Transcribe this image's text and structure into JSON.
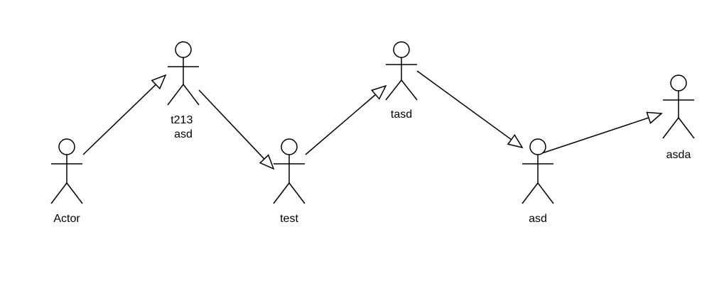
{
  "diagram": {
    "actors": [
      {
        "id": "actor",
        "label_lines": [
          "Actor"
        ]
      },
      {
        "id": "t213",
        "label_lines": [
          "t213",
          "asd"
        ]
      },
      {
        "id": "test",
        "label_lines": [
          "test"
        ]
      },
      {
        "id": "tasd",
        "label_lines": [
          "tasd"
        ]
      },
      {
        "id": "asd",
        "label_lines": [
          "asd"
        ]
      },
      {
        "id": "asda",
        "label_lines": [
          "asda"
        ]
      }
    ],
    "edges": [
      {
        "from": "actor",
        "to": "t213"
      },
      {
        "from": "t213",
        "to": "test"
      },
      {
        "from": "test",
        "to": "tasd"
      },
      {
        "from": "tasd",
        "to": "asd"
      },
      {
        "from": "asd",
        "to": "asda"
      }
    ]
  }
}
